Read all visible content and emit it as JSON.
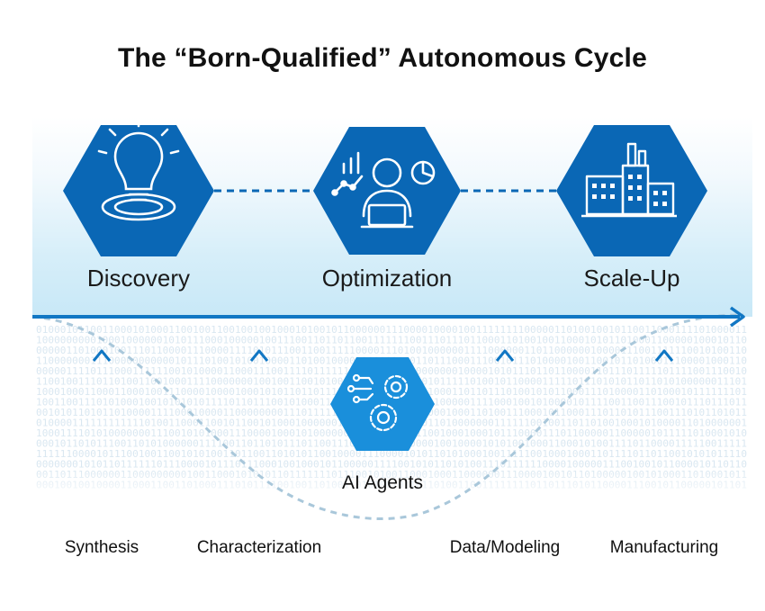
{
  "title": "The “Born-Qualified” Autonomous Cycle",
  "stages": [
    {
      "label": "Discovery",
      "icon": "lightbulb-icon"
    },
    {
      "label": "Optimization",
      "icon": "analyst-laptop-icon"
    },
    {
      "label": "Scale-Up",
      "icon": "factory-icon"
    }
  ],
  "center": {
    "label": "AI Agents",
    "icon": "circuit-gears-icon"
  },
  "inputs": [
    {
      "label": "Synthesis"
    },
    {
      "label": "Characterization"
    },
    {
      "label": "Data/Modeling"
    },
    {
      "label": "Manufacturing"
    }
  ],
  "colors": {
    "hexagon": "#0a67b5",
    "agents_hexagon": "#1a8fdb",
    "arrow": "#1177c4",
    "band": "#d6eef9",
    "binary_text": "#d9e7f1",
    "dashed_curve": "#a9c7da"
  }
}
